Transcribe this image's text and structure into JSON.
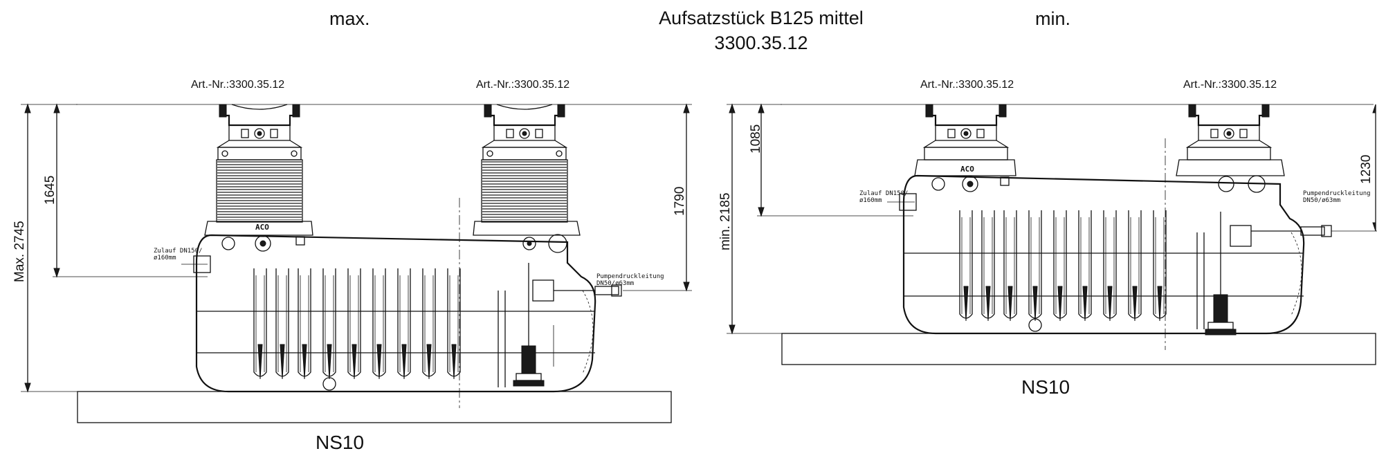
{
  "headings": {
    "left": "max.",
    "center_line1": "Aufsatzstück B125 mittel",
    "center_line2": "3300.35.12",
    "right": "min."
  },
  "left_drawing": {
    "artnr_1": "Art.-Nr.:3300.35.12",
    "artnr_2": "Art.-Nr.:3300.35.12",
    "dim_total": "Max. 2745",
    "dim_inlet": "1645",
    "dim_outlet": "1790",
    "inlet_label_1": "Zulauf DN150/",
    "inlet_label_2": "ø160mm",
    "outlet_label_1": "Pumpendruckleitung",
    "outlet_label_2": "DN50/ø63mm",
    "logo": "ACO",
    "ground": "NS10"
  },
  "right_drawing": {
    "artnr_1": "Art.-Nr.:3300.35.12",
    "artnr_2": "Art.-Nr.:3300.35.12",
    "dim_total": "min. 2185",
    "dim_inlet": "1085",
    "dim_outlet": "1230",
    "inlet_label_1": "Zulauf DN150/",
    "inlet_label_2": "ø160mm",
    "outlet_label_1": "Pumpendruckleitung",
    "outlet_label_2": "DN50/ø63mm",
    "logo": "ACO",
    "ground": "NS10"
  }
}
